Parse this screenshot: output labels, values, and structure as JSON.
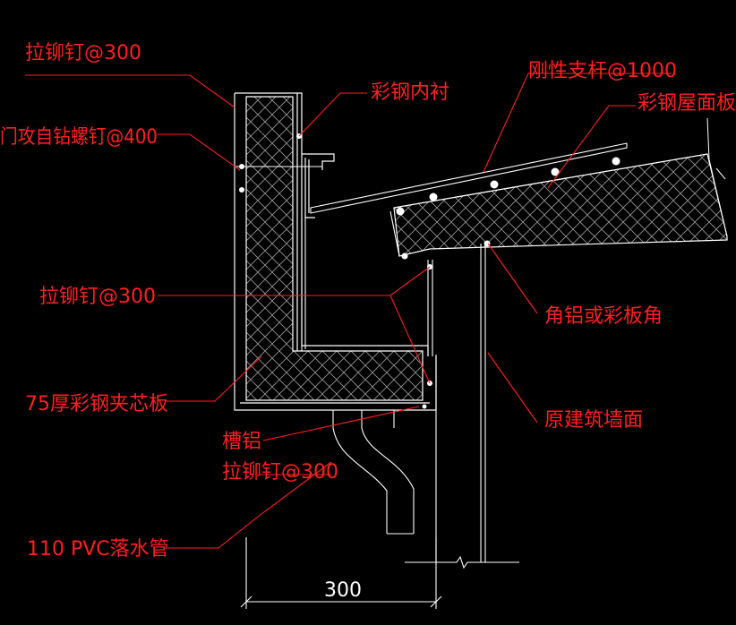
{
  "colors": {
    "background": "#000000",
    "outline": "#ffffff",
    "hatch": "#9a9a9a",
    "label": "#ff2020",
    "leader": "#ff2020"
  },
  "labels": {
    "rivet_top": "拉铆钉@300",
    "self_tapping_screw": "门攻自钻螺钉@400",
    "steel_lining": "彩钢内衬",
    "rigid_strut": "刚性支杆@1000",
    "roof_panel": "彩钢屋面板",
    "rivet_mid": "拉铆钉@300",
    "angle_aluminium": "角铝或彩板角",
    "sandwich_panel": "75厚彩钢夹芯板",
    "existing_wall": "原建筑墙面",
    "gutter_aluminium": "槽铝",
    "rivet_bottom": "拉铆钉@300",
    "downpipe": "110 PVC落水管"
  },
  "dimension": {
    "width_label": "300"
  }
}
